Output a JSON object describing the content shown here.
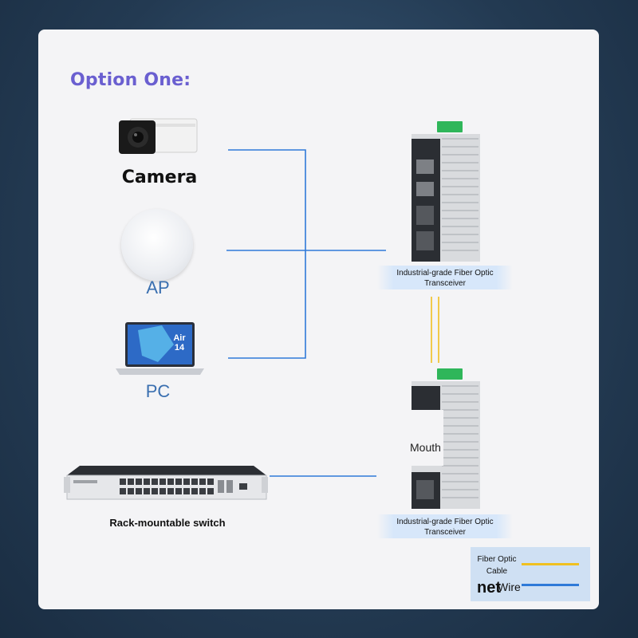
{
  "diagram": {
    "title": "Option One:",
    "devices": {
      "camera": "Camera",
      "ap": "AP",
      "pc": "PC",
      "switch": "Rack-mountable switch",
      "laptop_screen_text": "Air 14"
    },
    "transceivers": [
      {
        "label_line1": "Industrial-grade Fiber Optic",
        "label_line2": "Transceiver"
      },
      {
        "label_line1": "Industrial-grade Fiber Optic",
        "label_line2": "Transceiver"
      }
    ],
    "mouth_label": "Mouth",
    "legend": {
      "fiber_line1": "Fiber Optic",
      "fiber_line2": "Cable",
      "net": "net",
      "wire": "Wire"
    }
  },
  "colors": {
    "title": "#6a5fd0",
    "wire": "#2f7ad8",
    "fiber": "#f0c020",
    "card": "#f4f4f6"
  }
}
